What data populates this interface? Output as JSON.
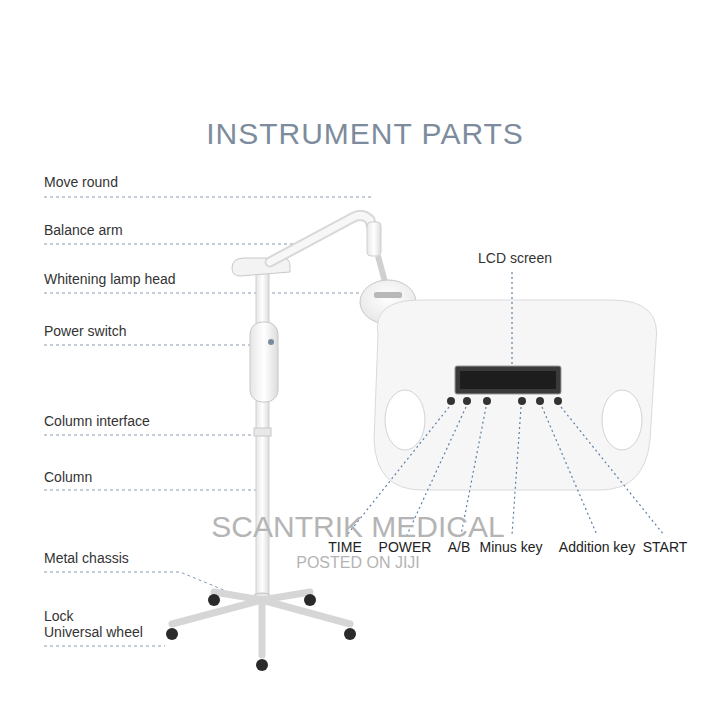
{
  "diagram": {
    "title": "INSTRUMENT PARTS",
    "labels": [
      "Move round",
      "Balance arm",
      "Whitening lamp head",
      "Power switch",
      "Column interface",
      "Column",
      "Metal chassis",
      "Lock",
      "Universal wheel",
      "LCD screen",
      "TIME",
      "POWER",
      "A/B",
      "Minus key",
      "Addition key",
      "START",
      "SCANTRIK MEDICAL",
      "POSTED ON JIJI"
    ]
  }
}
